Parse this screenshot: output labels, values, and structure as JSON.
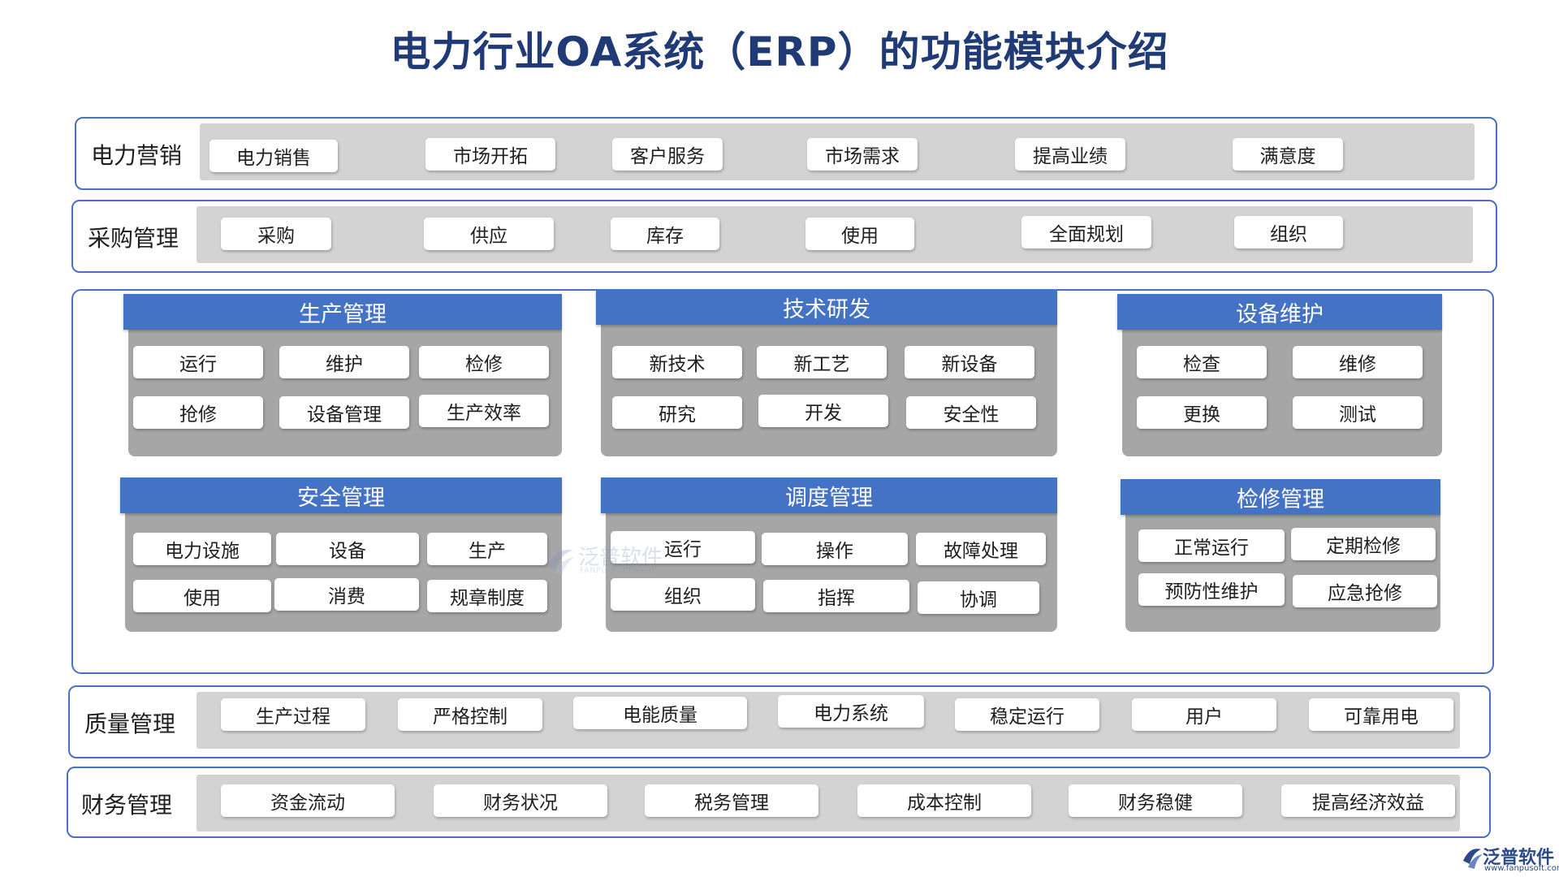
{
  "title": "电力行业OA系统（ERP）的功能模块介绍",
  "rows": {
    "marketing": {
      "label": "电力营销",
      "items": [
        "电力销售",
        "市场开拓",
        "客户服务",
        "市场需求",
        "提高业绩",
        "满意度"
      ]
    },
    "purchasing": {
      "label": "采购管理",
      "items": [
        "采购",
        "供应",
        "库存",
        "使用",
        "全面规划",
        "组织"
      ]
    },
    "quality": {
      "label": "质量管理",
      "items": [
        "生产过程",
        "严格控制",
        "电能质量",
        "电力系统",
        "稳定运行",
        "用户",
        "可靠用电"
      ]
    },
    "finance": {
      "label": "财务管理",
      "items": [
        "资金流动",
        "财务状况",
        "税务管理",
        "成本控制",
        "财务稳健",
        "提高经济效益"
      ]
    }
  },
  "modules": {
    "production": {
      "title": "生产管理",
      "items": [
        "运行",
        "维护",
        "检修",
        "抢修",
        "设备管理",
        "生产效率"
      ]
    },
    "tech": {
      "title": "技术研发",
      "items": [
        "新技术",
        "新工艺",
        "新设备",
        "研究",
        "开发",
        "安全性"
      ]
    },
    "equipment": {
      "title": "设备维护",
      "items": [
        "检查",
        "维修",
        "更换",
        "测试"
      ]
    },
    "safety": {
      "title": "安全管理",
      "items": [
        "电力设施",
        "设备",
        "生产",
        "使用",
        "消费",
        "规章制度"
      ]
    },
    "dispatch": {
      "title": "调度管理",
      "items": [
        "运行",
        "操作",
        "故障处理",
        "组织",
        "指挥",
        "协调"
      ]
    },
    "maintenance": {
      "title": "检修管理",
      "items": [
        "正常运行",
        "定期检修",
        "预防性维护",
        "应急抢修"
      ]
    }
  },
  "watermark": {
    "text": "泛普软件",
    "sub": "FANPU SOFTWARE"
  },
  "corner": {
    "brand": "泛普软件",
    "url": "www.fanpusoft.com"
  },
  "colors": {
    "accent": "#4472c4",
    "border": "#4a6fc4",
    "band": "#d3d3d3",
    "module_body": "#a6a6a6",
    "title": "#1f3a74"
  }
}
